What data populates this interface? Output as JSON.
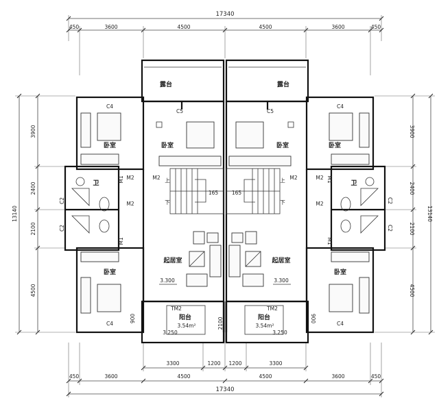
{
  "dimensions": {
    "total_width": "17340",
    "total_height": "13140",
    "top_segments": [
      "450",
      "3600",
      "4500",
      "4500",
      "3600",
      "450"
    ],
    "bottom_segments": [
      "450",
      "3600",
      "4500",
      "4500",
      "3600",
      "450"
    ],
    "bottom_inner": [
      "3300",
      "1200",
      "1200",
      "3300"
    ],
    "side_segments": [
      "3900",
      "2400",
      "2100",
      "4500"
    ],
    "center_depth": "2100",
    "balcony_depth": "900"
  },
  "rooms": {
    "terrace": "露台",
    "bedroom": "卧室",
    "bath": "卫",
    "living": "起居室",
    "balcony": "阳台",
    "balcony_area": "3.54m²"
  },
  "labels": {
    "window_c4": "C4",
    "window_c5": "C5",
    "window_c2": "C2",
    "door_m1": "M1",
    "door_m2": "M2",
    "door_tm2": "TM2",
    "stair_up": "上",
    "stair_down": "下",
    "stair_width": "165"
  },
  "elevations": {
    "living": "3.300",
    "balcony": "3.250"
  }
}
